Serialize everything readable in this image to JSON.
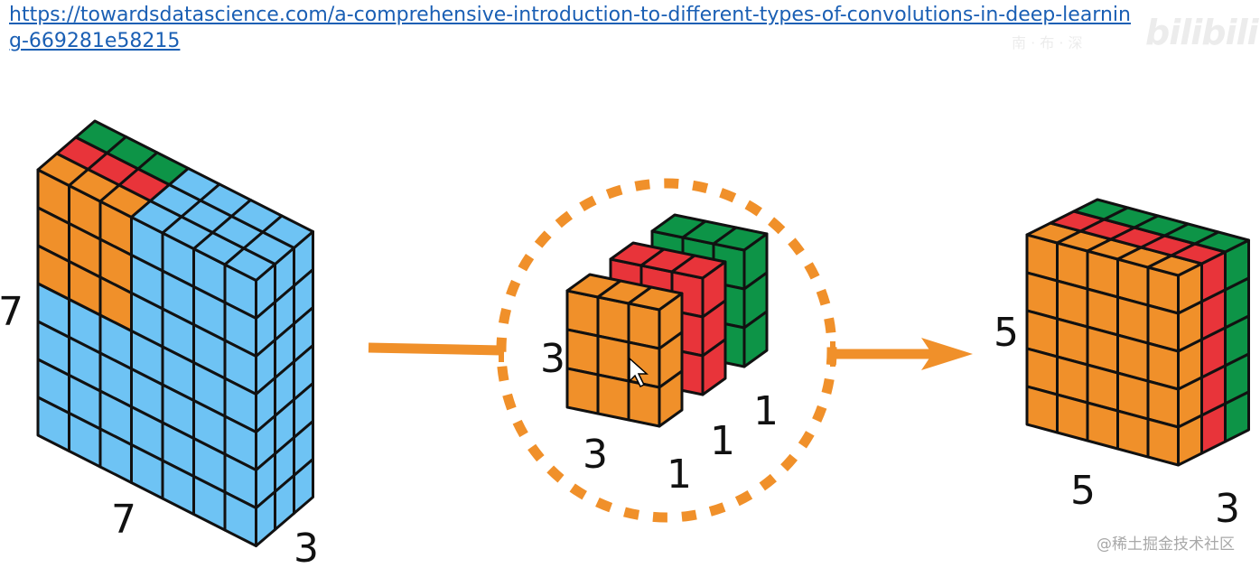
{
  "header": {
    "url": "https://towardsdatascience.com/a-comprehensive-introduction-to-different-types-of-convolutions-in-deep-learning-669281e58215"
  },
  "watermarks": {
    "top_logo": "bilibili",
    "top_sub": "南 · 布 · 深",
    "bottom": "@稀土掘金技术社区"
  },
  "colors": {
    "input_blue": "#6ec3f4",
    "orange": "#f0902a",
    "red": "#e8343a",
    "green": "#0d9447",
    "outline": "#111111",
    "arrow": "#f0902a"
  },
  "diagram": {
    "input": {
      "height_label": "7",
      "width_label": "7",
      "depth_label": "3"
    },
    "kernel": {
      "height_label": "3",
      "width_label": "3",
      "depth_labels": [
        "1",
        "1",
        "1"
      ]
    },
    "output": {
      "height_label": "5",
      "width_label": "5",
      "depth_label": "3"
    }
  }
}
